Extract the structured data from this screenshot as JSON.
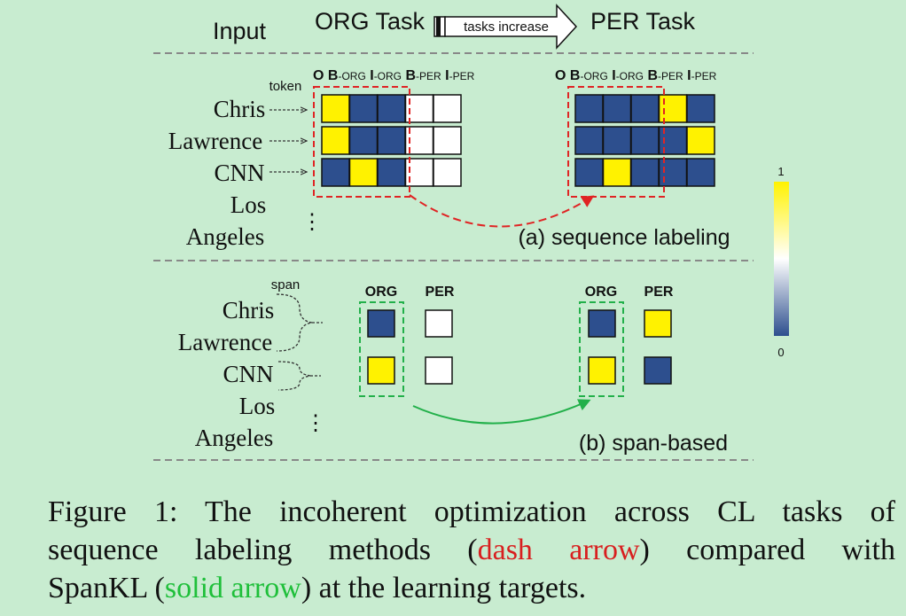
{
  "header": {
    "input_label": "Input",
    "org_task": "ORG Task",
    "arrow_label": "tasks increase",
    "per_task": "PER Task"
  },
  "seq": {
    "token_label": "token",
    "tokens": [
      "Chris",
      "Lawrence",
      "CNN",
      "Los",
      "Angeles"
    ],
    "ellipsis": "⋮",
    "left_cols": [
      {
        "main": "O",
        "sub": ""
      },
      {
        "main": "B",
        "sub": "-ORG"
      },
      {
        "main": "I",
        "sub": "-ORG"
      },
      {
        "main": "B",
        "sub": "-PER"
      },
      {
        "main": "I",
        "sub": "-PER"
      }
    ],
    "right_cols": [
      {
        "main": "O",
        "sub": ""
      },
      {
        "main": "B",
        "sub": "-ORG"
      },
      {
        "main": "I",
        "sub": "-ORG"
      },
      {
        "main": "B",
        "sub": "-PER"
      },
      {
        "main": "I",
        "sub": "-PER"
      }
    ],
    "left_grid": [
      [
        "yellow",
        "blue",
        "blue",
        "white",
        "white"
      ],
      [
        "yellow",
        "blue",
        "blue",
        "white",
        "white"
      ],
      [
        "blue",
        "yellow",
        "blue",
        "white",
        "white"
      ]
    ],
    "right_grid": [
      [
        "blue",
        "blue",
        "blue",
        "yellow",
        "blue"
      ],
      [
        "blue",
        "blue",
        "blue",
        "blue",
        "yellow"
      ],
      [
        "blue",
        "yellow",
        "blue",
        "blue",
        "blue"
      ]
    ],
    "section_label": "(a) sequence labeling"
  },
  "span": {
    "span_label": "span",
    "tokens": [
      "Chris",
      "Lawrence",
      "CNN",
      "Los",
      "Angeles"
    ],
    "ellipsis": "⋮",
    "headers": [
      "ORG",
      "PER"
    ],
    "left_grid": [
      [
        "blue",
        "white"
      ],
      [
        "yellow",
        "white"
      ]
    ],
    "right_grid": [
      [
        "blue",
        "yellow"
      ],
      [
        "yellow",
        "blue"
      ]
    ],
    "section_label": "(b) span-based"
  },
  "colorbar": {
    "max_label": "1",
    "min_label": "0"
  },
  "colors": {
    "blue": "#2d4f8e",
    "yellow": "#fff200",
    "white": "#ffffff",
    "dash_arrow": "#e02424",
    "solid_arrow": "#22b04a"
  },
  "caption": {
    "line1": "Figure 1: The incoherent optimization across CL tasks of",
    "line2_pre": "sequence labeling methods (",
    "line2_red": "dash arrow",
    "line2_post": ") compared with",
    "line3_pre": "SpanKL (",
    "line3_green": "solid arrow",
    "line3_post": ") at the learning targets."
  }
}
